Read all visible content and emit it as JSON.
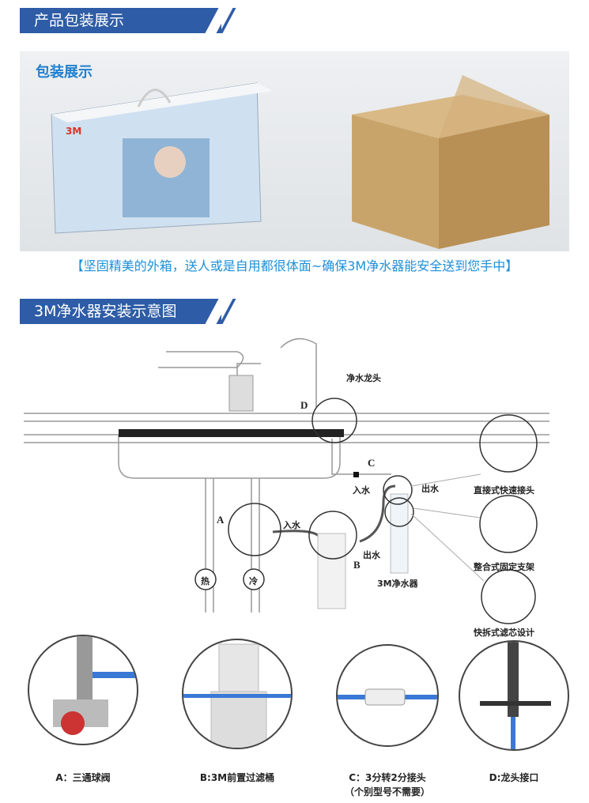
{
  "section1": {
    "title": "产品包装展示",
    "photo_title": "包装展示",
    "caption": "【坚固精美的外箱，送人或是自用都很体面~确保3M净水器能安全送到您手中】",
    "box_logo": "3M"
  },
  "section2": {
    "title": "3M净水器安装示意图"
  },
  "diagram": {
    "faucet": "净水龙头",
    "D": "D",
    "C": "C",
    "A": "A",
    "B": "B",
    "in1": "入水",
    "out1": "出水",
    "in2": "入水",
    "out2": "出水",
    "hot": "热",
    "cold": "冷",
    "purifier": "3M净水器",
    "callouts": [
      "直接式快速接头",
      "整合式固定支架",
      "快拆式滤芯设计"
    ]
  },
  "parts": [
    {
      "label": "A：三通球阀"
    },
    {
      "label": "B:3M前置过滤桶"
    },
    {
      "label": "C：3分转2分接头",
      "note": "（个别型号不需要）"
    },
    {
      "label": "D:龙头接口"
    }
  ]
}
